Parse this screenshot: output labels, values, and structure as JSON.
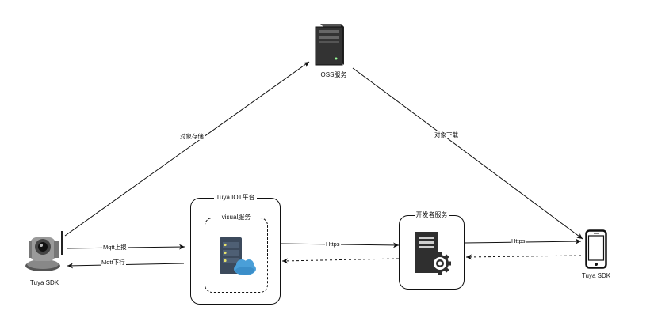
{
  "nodes": {
    "oss": {
      "label": "OSS服务",
      "icon": "server-tower-icon"
    },
    "camera": {
      "label": "Tuya SDK",
      "icon": "ip-camera-icon"
    },
    "phone": {
      "label": "Tuya SDK",
      "icon": "smartphone-icon"
    },
    "iot_platform": {
      "title": "Tuya IOT平台",
      "inner_title": "visual服务",
      "icon": "server-cloud-icon"
    },
    "developer": {
      "title": "开发者服务",
      "icon": "server-gear-icon"
    }
  },
  "edges": {
    "store": "对象存储",
    "download": "对象下载",
    "mqtt_up": "Mqtt上报",
    "mqtt_down": "Mqtt下行",
    "https_dev": "Https",
    "https_phone": "Https"
  }
}
